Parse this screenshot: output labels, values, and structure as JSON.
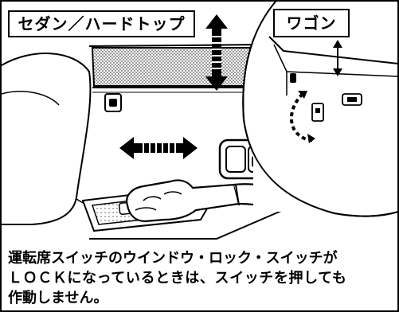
{
  "labels": {
    "sedan_hardtop": "セダン／ハードトップ",
    "wagon": "ワゴン"
  },
  "caption": {
    "line1": "運転席スイッチのウインドウ・ロック・スイッチが",
    "line2": "ＬＯＣＫになっているときは、スイッチを押しても",
    "line3": "作動しません。"
  },
  "icons": [
    "up-down-arrow-icon",
    "left-right-arrow-icon",
    "curved-arrow-icon",
    "hand-icon"
  ],
  "colors": {
    "ink": "#000000",
    "paper": "#ffffff"
  }
}
